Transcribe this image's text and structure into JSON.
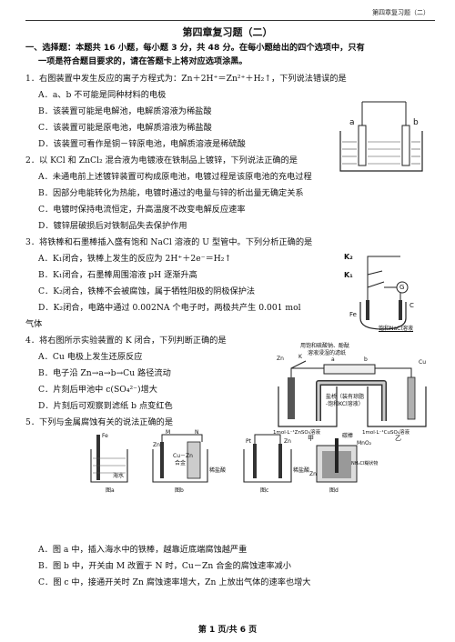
{
  "header": {
    "running": "第四章复习题（二）"
  },
  "title": "第四章复习题（二）",
  "section": {
    "line1": "一、选择题：本题共 16 小题，每小题 3 分，共 48 分。在每小题给出的四个选项中，只有",
    "line2": "一项是符合题目要求的，请在答题卡上将对应选项涂黑。"
  },
  "questions": {
    "q1": {
      "stem": "1．右图装置中发生反应的离子方程式为：Zn＋2H⁺＝Zn²⁺＋H₂↑，下列说法错误的是",
      "a": "A．a、b 不可能是同种材料的电极",
      "b": "B．该装置可能是电解池，电解质溶液为稀盐酸",
      "c": "C．该装置可能是原电池，电解质溶液为稀盐酸",
      "d": "D．该装置可看作是铜－锌原电池，电解质溶液是稀硫酸",
      "fig_a": "a",
      "fig_b": "b"
    },
    "q2": {
      "stem": "2．以 KCl 和 ZnCl₂ 混合液为电镀液在铁制品上镀锌，下列说法正确的是",
      "a": "A．未通电前上述镀锌装置可构成原电池，电镀过程是该原电池的充电过程",
      "b": "B．因部分电能转化为热能，电镀时通过的电量与锌的析出量无确定关系",
      "c": "C．电镀时保持电流恒定，升高温度不改变电解反应速率",
      "d": "D．镀锌层破损后对铁制品失去保护作用"
    },
    "q3": {
      "stem": "3．将铁棒和石墨棒插入盛有饱和 NaCl 溶液的 U 型管中。下列分析正确的是",
      "a": "A．K₁闭合，铁棒上发生的反应为 2H⁺＋2e⁻＝H₂↑",
      "b": "B．K₁闭合，石墨棒周围溶液 pH 逐渐升高",
      "c": "C．K₂闭合，铁棒不会被腐蚀，属于牺牲阳极的阴极保护法",
      "d": "D．K₂闭合，电路中通过 0.002NA 个电子时，两极共产生 0.001 mol",
      "d2": "气体",
      "fig_k2": "K₂",
      "fig_k1": "K₁",
      "fig_g": "G",
      "fig_fe": "Fe",
      "fig_c": "C",
      "fig_caption": "饱和NaCl溶液"
    },
    "q4": {
      "stem": "4．将右图所示实验装置的 K 闭合，下列判断正确的是",
      "a": "A．Cu 电极上发生还原反应",
      "b": "B．电子沿 Zn→a→b→Cu 路径流动",
      "c": "C．片刻后甲池中 c(SO₄²⁻)增大",
      "d": "D．片刻后可观察到滤纸 b 点变红色",
      "fig_top": "用饱和硫酸钠、酚酞",
      "fig_top2": "溶液浸湿的滤纸",
      "fig_zn": "Zn",
      "fig_cu": "Cu",
      "fig_a": "a",
      "fig_b": "b",
      "fig_k": "K",
      "fig_bridge": "盐桥（装有琼脂",
      "fig_bridge2": "-饱和KCl溶液）",
      "fig_left": "1mol·L⁻¹ZnSO₄溶液",
      "fig_right": "1mol·L⁻¹CuSO₄溶液",
      "fig_jia": "甲",
      "fig_yi": "乙"
    },
    "q5": {
      "stem": "5．下列与金属腐蚀有关的说法正确的是",
      "a": "A．图 a 中，插入海水中的铁棒，越靠近底端腐蚀越严重",
      "b": "B．图 b 中，开关由 M 改置于 N 时，Cu－Zn 合金的腐蚀速率减小",
      "c": "C．图 c 中，接通开关时 Zn 腐蚀速率增大，Zn 上放出气体的速率也增大",
      "fig_a": "图a",
      "fig_b": "图b",
      "fig_c": "图c",
      "fig_d": "图d",
      "fig_fe": "Fe",
      "fig_sea": "海水",
      "fig_m": "M",
      "fig_n": "N",
      "fig_zn": "Zn",
      "fig_cuzn": "Cu－Zn",
      "fig_alloy": "合金",
      "fig_acid": "稀盐酸",
      "fig_pt": "Pt",
      "fig_zn2": "Zn",
      "fig_acid2": "稀盐酸",
      "fig_rod": "碳棒",
      "fig_mno2": "MnO₂",
      "fig_paste": "NH₄Cl糊状物",
      "fig_zn3": "Zn"
    }
  },
  "footer": "第 1 页/共 6 页"
}
